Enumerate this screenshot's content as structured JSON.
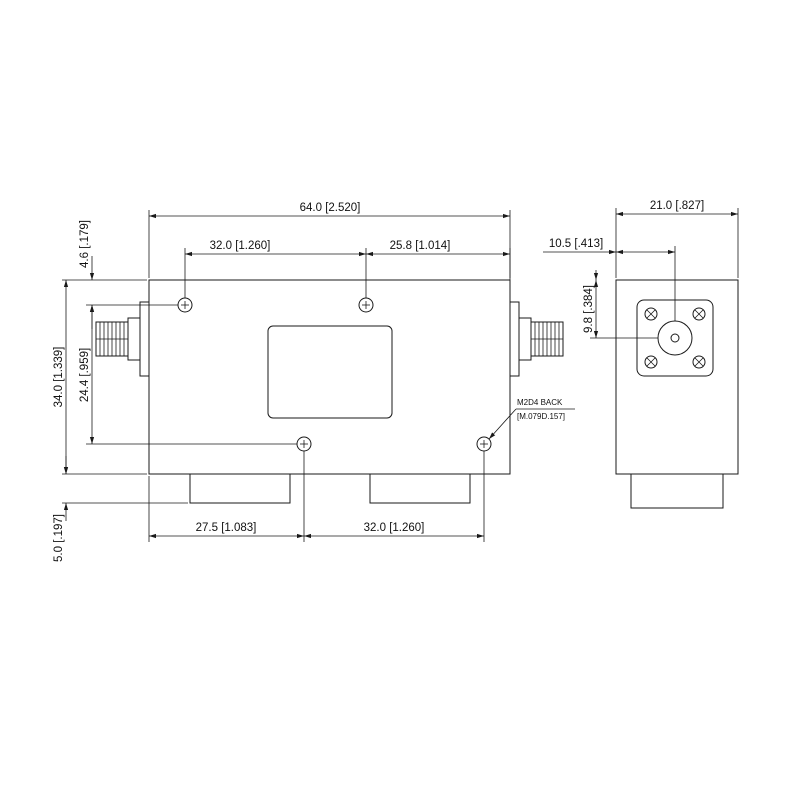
{
  "dimensions": {
    "overall_length": "64.0 [2.520]",
    "hole_spacing_top_left": "32.0 [1.260]",
    "hole_spacing_top_right": "25.8 [1.014]",
    "hole_spacing_bottom_left": "27.5 [1.083]",
    "hole_spacing_bottom_right": "32.0 [1.260]",
    "top_offset": "4.6 [.179]",
    "body_height": "34.0 [1.339]",
    "hole_vertical_spacing": "24.4 [.959]",
    "foot_height": "5.0 [.197]",
    "side_width": "21.0 [.827]",
    "connector_offset_x": "10.5 [.413]",
    "connector_offset_y": "9.8 [.384]"
  },
  "notes": {
    "thread_line1": "M2D4  BACK",
    "thread_line2": "[M.079D.157]"
  }
}
